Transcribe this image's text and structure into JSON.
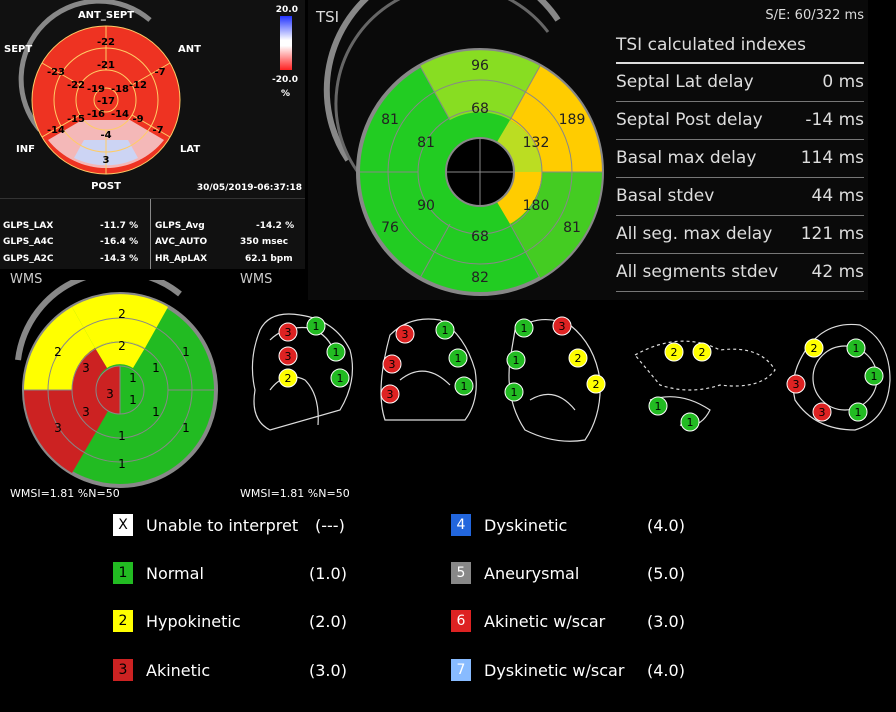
{
  "glps": {
    "labels": {
      "ant_sept": "ANT_SEPT",
      "sept": "SEPT",
      "ant": "ANT",
      "inf": "INF",
      "lat": "LAT",
      "post": "POST"
    },
    "scale_top": "20.0",
    "scale_bottom": "-20.0",
    "scale_unit": "%",
    "timestamp": "30/05/2019-06:37:18",
    "segments": {
      "s1": "-22",
      "s2": "-7",
      "s3": "-7",
      "s4": "3",
      "s5": "-14",
      "s6": "-23",
      "m1": "-21",
      "m2": "-12",
      "m3": "-9",
      "m4": "-4",
      "m5": "-15",
      "m6": "-22",
      "a1": "-19",
      "a2": "-18",
      "a3": "-14",
      "a4": "-16",
      "apex": "-17"
    },
    "rows": [
      {
        "label": "GLPS_LAX",
        "value": "-11.7 %",
        "label2": "GLPS_Avg",
        "value2": "-14.2 %"
      },
      {
        "label": "GLPS_A4C",
        "value": "-16.4 %",
        "label2": "AVC_AUTO",
        "value2": "350 msec"
      },
      {
        "label": "GLPS_A2C",
        "value": "-14.3 %",
        "label2": "HR_ApLAX",
        "value2": "62.1 bpm"
      }
    ]
  },
  "tsi": {
    "title": "TSI",
    "se": "S/E: 60/322 ms",
    "indexes_title": "TSI calculated indexes",
    "indexes": [
      {
        "label": "Septal Lat delay",
        "value": "0 ms"
      },
      {
        "label": "Septal Post delay",
        "value": "-14 ms"
      },
      {
        "label": "Basal max delay",
        "value": "114 ms"
      },
      {
        "label": "Basal stdev",
        "value": "44 ms"
      },
      {
        "label": "All seg. max delay",
        "value": "121 ms"
      },
      {
        "label": "All segments stdev",
        "value": "42 ms"
      }
    ],
    "segments": {
      "b_top": "96",
      "b_right_top": "189",
      "b_right_bot": "81",
      "b_bot": "82",
      "b_left_bot": "76",
      "b_left_top": "81",
      "m_top": "68",
      "m_right_top": "132",
      "m_right_bot": "180",
      "m_bot": "68",
      "m_left_bot": "90",
      "m_left_top": "81"
    },
    "colors": {
      "green": "#22cc22",
      "light_green": "#88dd22",
      "yellow_green": "#bbdd22",
      "yellow": "#ffcc00"
    }
  },
  "wms": {
    "label_left": "WMS",
    "label_right": "WMS",
    "wmsi_left": "WMSI=1.81 %N=50",
    "wmsi_right": "WMSI=1.81 %N=50",
    "bullseye": {
      "s_top": "2",
      "s_left_top": "2",
      "s_left_bot": "3",
      "s_center_left": "3",
      "s_center_mid": "3",
      "m_top": "2",
      "m_bot": "1",
      "b_bot": "1",
      "r1": "1",
      "r2": "1",
      "r3": "1",
      "r4": "1",
      "c1": "1",
      "c2": "1",
      "c3": "3"
    },
    "views": [
      [
        "3",
        "3",
        "2",
        "1",
        "1",
        "1"
      ],
      [
        "3",
        "3",
        "3",
        "1",
        "1",
        "1"
      ],
      [
        "1",
        "1",
        "1",
        "3",
        "2",
        "2"
      ],
      [
        "2",
        "2",
        "1",
        "1"
      ],
      [
        "2",
        "3",
        "3",
        "1",
        "1",
        "1"
      ]
    ]
  },
  "legend": [
    {
      "code": "X",
      "label": "Unable to interpret",
      "value": "(---)",
      "color": "#ffffff",
      "text_color": "#000000"
    },
    {
      "code": "1",
      "label": "Normal",
      "value": "(1.0)",
      "color": "#22bb22",
      "text_color": "#000000"
    },
    {
      "code": "2",
      "label": "Hypokinetic",
      "value": "(2.0)",
      "color": "#ffff00",
      "text_color": "#000000"
    },
    {
      "code": "3",
      "label": "Akinetic",
      "value": "(3.0)",
      "color": "#cc2222",
      "text_color": "#000000"
    },
    {
      "code": "4",
      "label": "Dyskinetic",
      "value": "(4.0)",
      "color": "#2266dd",
      "text_color": "#ffffff"
    },
    {
      "code": "5",
      "label": "Aneurysmal",
      "value": "(5.0)",
      "color": "#888888",
      "text_color": "#ffffff"
    },
    {
      "code": "6",
      "label": "Akinetic w/scar",
      "value": "(3.0)",
      "color": "#dd2222",
      "text_color": "#ffffff"
    },
    {
      "code": "7",
      "label": "Dyskinetic w/scar",
      "value": "(4.0)",
      "color": "#88bbff",
      "text_color": "#ffffff"
    }
  ]
}
